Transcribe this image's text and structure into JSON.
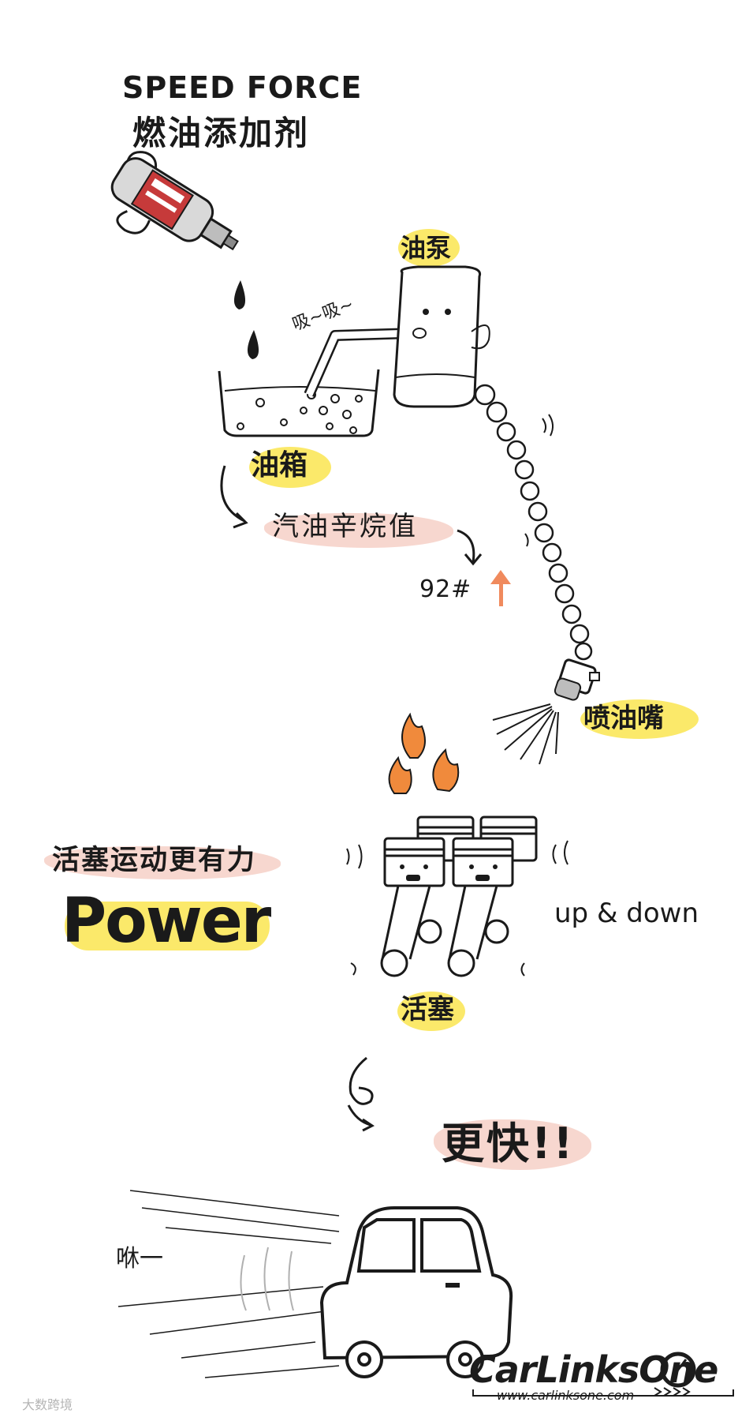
{
  "title": {
    "en": "SPEED FORCE",
    "cn": "燃油添加剂"
  },
  "labels": {
    "pump": "油泵",
    "suck": "吸~吸~",
    "tank": "油箱",
    "octane": "汽油辛烷值",
    "octane_grade": "92#",
    "nozzle": "喷油嘴",
    "piston_text": "活塞运动更有力",
    "power": "Power",
    "up_down": "up & down",
    "piston": "活塞",
    "faster": "更快!!",
    "whoosh": "咻一"
  },
  "brand": {
    "name": "CarLinksOne",
    "url": "www.carlinksone.com"
  },
  "watermark": "大数跨境",
  "colors": {
    "ink": "#1a1a1a",
    "highlight_yellow": "#fbe96a",
    "highlight_pink": "#f7d7cf",
    "flame": "#f08a3c",
    "arrow_up": "#f08a5d"
  }
}
